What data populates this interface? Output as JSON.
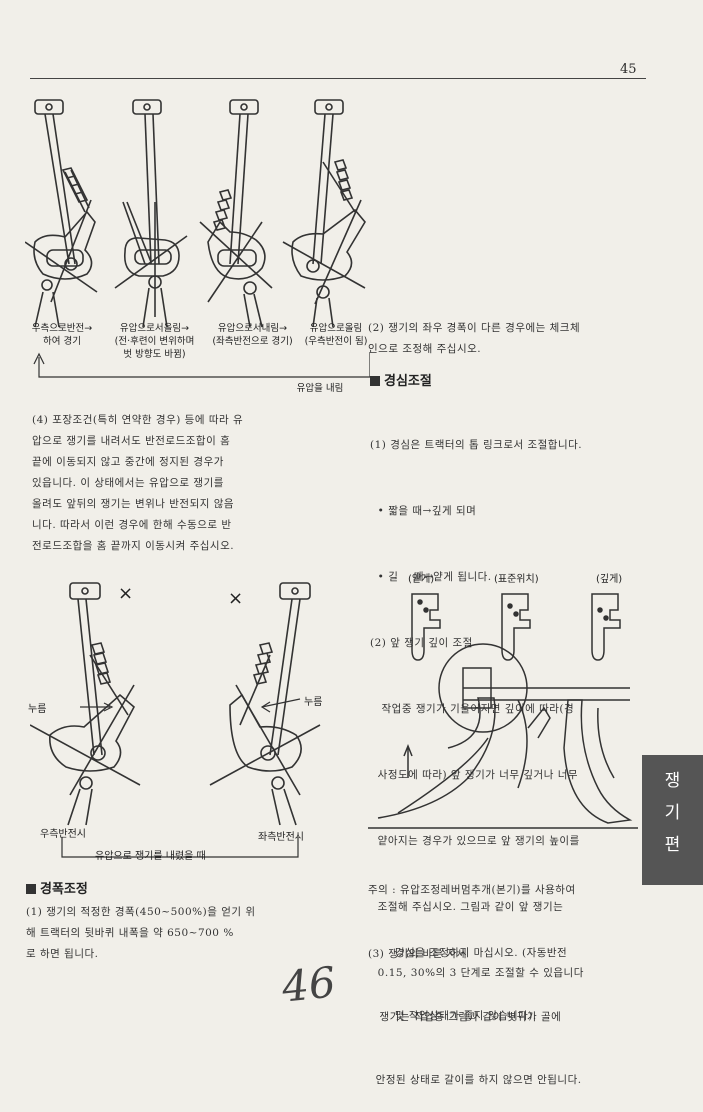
{
  "page_number": "45",
  "top_figure": {
    "captions": [
      "우측으로반전→\n하여 경기",
      "유압으로서올림→\n(전·후련이 변위하며\n벗 방향도 바뀜)",
      "유압으로서내림→\n(좌측반전으로 경기)",
      "유압으로올림\n(우측반전이 됨)"
    ],
    "arrow_label": "유압을 내림"
  },
  "left_col": {
    "para4": [
      "(4) 포장조건(특히 연약한 경우) 등에 따라 유",
      "압으로 쟁기를 내려서도 반전로드조합이 홈",
      "끝에 이동되지 않고 중간에 정지된 경우가",
      "있읍니다. 이 상태에서는 유압으로 쟁기를",
      "올려도 앞뒤의 쟁기는 변위나 반전되지 않음",
      "니다. 따라서 이런 경우에 한해 수동으로 반",
      "전로드조합을 홈 끝까지 이동시켜 주십시오."
    ],
    "mid_figure": {
      "mark_left": "×",
      "mark_right": "×",
      "press_left": "누름",
      "press_right": "누름",
      "caption_left": "우측반전시",
      "caption_right": "좌측반전시",
      "bracket_label": "유압으로 쟁기를 내렸을 때"
    },
    "heading_width": "경폭조정",
    "para_width": [
      "(1) 쟁기의 적정한 경폭(450~500%)을 얻기 위",
      "해 트랙터의 뒷바퀴 내폭을 약 650~700 %",
      "로 하면 됩니다."
    ]
  },
  "right_col": {
    "para2_top": [
      "(2) 쟁기의 좌우 경폭이 다른 경우에는 체크체",
      "인으로 조정해 주십시오."
    ],
    "heading_depth": "경심조절",
    "depth_lines": [
      "(1) 경심은 트랙터의 톱 링크로서 조절합니다.",
      "  • 짧을 때→깊게 되며",
      "  • 길    때→얕게 됩니다.",
      "(2) 앞 쟁기 깊이 조절",
      "   작업중 쟁기가 기울어지면 깊이에 따라(경",
      "  사정도에 따라) 앞 쟁기가 너무 깊거나 너무",
      "  얕아지는 경우가 있으므로 앞 쟁기의 높이를",
      "  조절해 주십시오. 그림과 같이 앞 쟁기는",
      "  0.15, 30%의 3 단계로 조절할 수 있읍니다"
    ],
    "fig_labels": [
      "(얕게)",
      "(표준위치)",
      "(깊게)"
    ],
    "note_lines": [
      "주의 : 유압조정레버멈추개(본기)를 사용하여",
      "       경심을 조정하지 마십시오. (자동반전",
      "       및 작업상태가 좋지 않습니다)."
    ],
    "para3": [
      "(3) 쟁기의 바른 자세",
      "   쟁기는 작업중 그림과 같이 볏귀가 골에",
      "  안정된 상태로 갈이를 하지 않으면 안됩니다."
    ]
  },
  "side_tab": [
    "쟁",
    "기",
    "편"
  ],
  "handwritten": "46"
}
